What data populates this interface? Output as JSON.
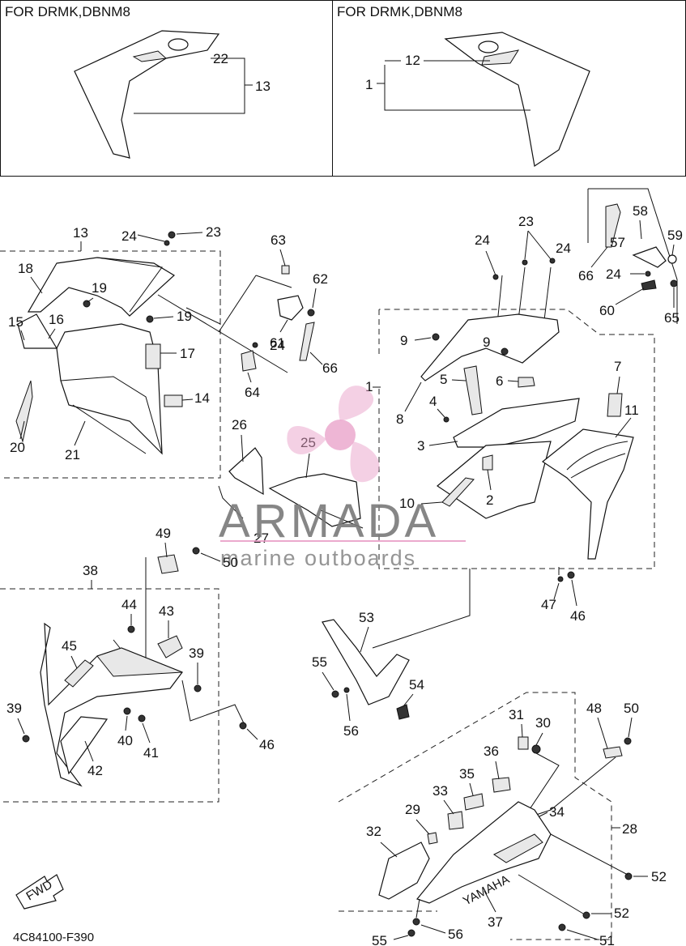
{
  "headers": {
    "left": "FOR DRMK,DBNM8",
    "right": "FOR DRMK,DBNM8"
  },
  "diagram_code": "4C84100-F390",
  "fwd_label": "FWD",
  "yamaha_logo": "YAMAHA",
  "watermark": {
    "brand": "ARMADA",
    "tagline": "marine outboards",
    "brand_color": "#e9a0c8"
  },
  "callouts": {
    "c1a": "1",
    "c12": "12",
    "c13a": "13",
    "c22": "22",
    "c13b": "13",
    "c24a": "24",
    "c23a": "23",
    "c18": "18",
    "c19a": "19",
    "c19b": "19",
    "c15": "15",
    "c16": "16",
    "c17": "17",
    "c14": "14",
    "c20": "20",
    "c21": "21",
    "c63": "63",
    "c62": "62",
    "c61": "61",
    "c24b": "24",
    "c66a": "66",
    "c64": "64",
    "c26": "26",
    "c25": "25",
    "c27": "27",
    "c23b": "23",
    "c24c": "24",
    "c24d": "24",
    "c66b": "66",
    "c58": "58",
    "c59": "59",
    "c57": "57",
    "c24e": "24",
    "c60": "60",
    "c65": "65",
    "c1b": "1",
    "c9a": "9",
    "c9b": "9",
    "c5": "5",
    "c6": "6",
    "c7": "7",
    "c4": "4",
    "c8": "8",
    "c11": "11",
    "c3": "3",
    "c10": "10",
    "c2": "2",
    "c47": "47",
    "c46a": "46",
    "c49": "49",
    "c50a": "50",
    "c38": "38",
    "c44": "44",
    "c43": "43",
    "c45": "45",
    "c39a": "39",
    "c39b": "39",
    "c40": "40",
    "c41": "41",
    "c42": "42",
    "c46b": "46",
    "c53": "53",
    "c55a": "55",
    "c54": "54",
    "c56a": "56",
    "c31": "31",
    "c30": "30",
    "c48": "48",
    "c50b": "50",
    "c36": "36",
    "c35": "35",
    "c33": "33",
    "c34": "34",
    "c28": "28",
    "c29": "29",
    "c32": "32",
    "c52a": "52",
    "c37": "37",
    "c52b": "52",
    "c55b": "55",
    "c56b": "56",
    "c51": "51"
  }
}
